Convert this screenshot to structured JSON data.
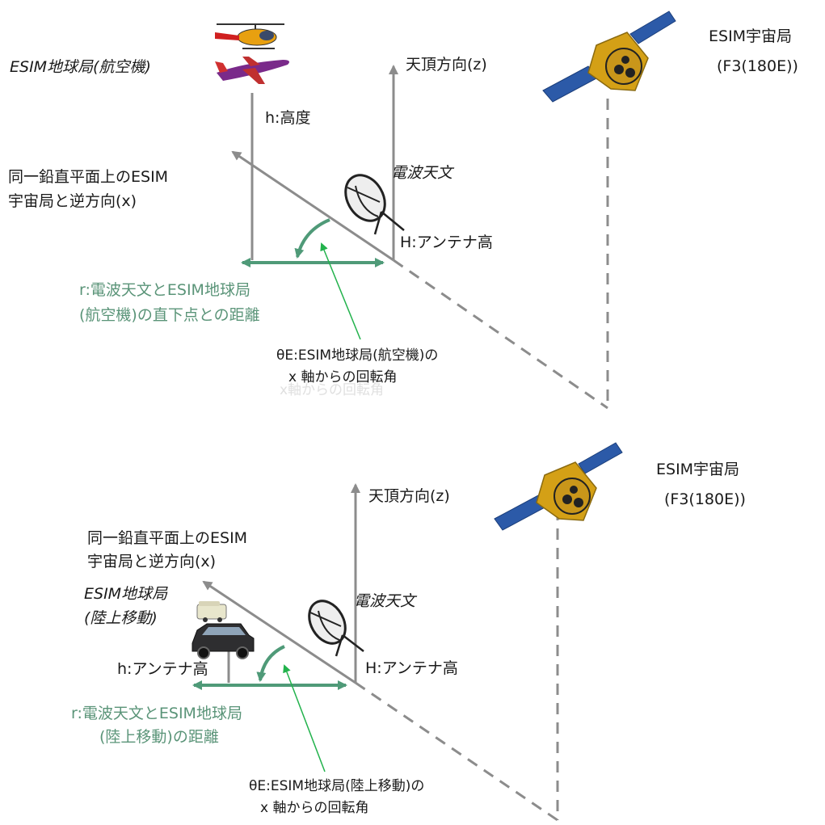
{
  "top": {
    "sat_label": "ESIM宇宙局",
    "sat_sub": "(F3(180E))",
    "esim_label": "ESIM地球局(航空機)",
    "zenith": "天頂方向(z)",
    "height": "h:高度",
    "xdir_line1": "同一鉛直平面上のESIM",
    "xdir_line2": "宇宙局と逆方向(x)",
    "radio": "電波天文",
    "ant_height": "H:アンテナ高",
    "r_line1": "r:電波天文とESIM地球局",
    "r_line2": "(航空機)の直下点との距離",
    "theta_line1": "θE:ESIM地球局(航空機)の",
    "theta_line2": "x 軸からの回転角",
    "ghost_text": "x軸からの回転角"
  },
  "bottom": {
    "sat_label": "ESIM宇宙局",
    "sat_sub": "(F3(180E))",
    "zenith": "天頂方向(z)",
    "xdir_line1": "同一鉛直平面上のESIM",
    "xdir_line2": "宇宙局と逆方向(x)",
    "esim_line1": "ESIM地球局",
    "esim_line2": "(陸上移動)",
    "h_label": "h:アンテナ高",
    "radio": "電波天文",
    "ant_height": "H:アンテナ高",
    "r_line1": "r:電波天文とESIM地球局",
    "r_line2": "(陸上移動)の距離",
    "theta_line1": "θE:ESIM地球局(陸上移動)の",
    "theta_line2": "x 軸からの回転角"
  },
  "colors": {
    "axis": "#8c8c8c",
    "green": "#4f9a78",
    "green_text": "#5a9478",
    "arrow_green": "#22b24c"
  }
}
